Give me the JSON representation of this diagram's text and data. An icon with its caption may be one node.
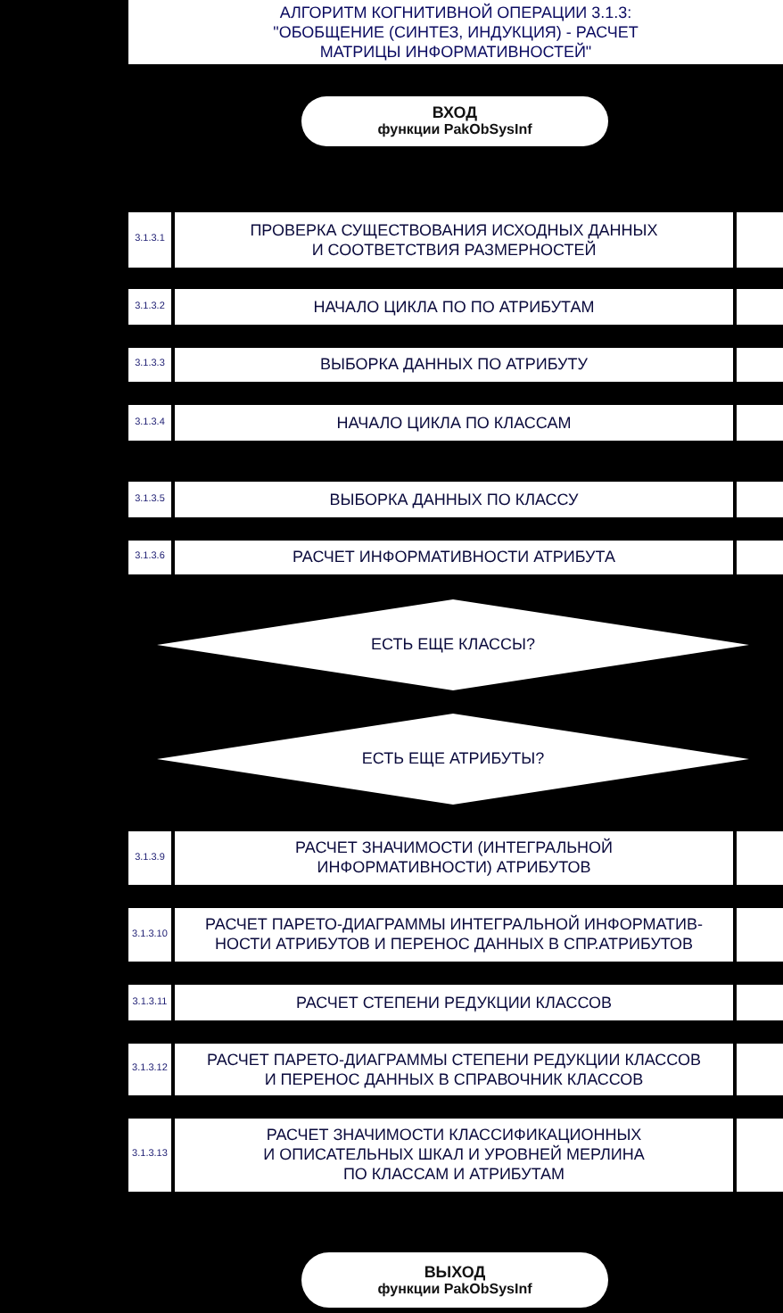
{
  "diagram": {
    "title": "АЛГОРИТМ КОГНИТИВНОЙ ОПЕРАЦИИ 3.1.3: \"ОБОБЩЕНИЕ (СИНТЕЗ, ИНДУКЦИЯ) - РАСЧЕТ МАТРИЦЫ ИНФОРМАТИВНОСТЕЙ\"",
    "nodes": [
      {
        "text": [
          "ВХОД",
          "функции PakObSysInf"
        ]
      },
      {
        "text": [
          "3.1.3.1",
          "ПРОВЕРКА СУЩЕСТВОВАНИЯ ИСХОДНЫХ ДАННЫХ И СООТВЕТСТВИЯ РАЗМЕРНОСТЕЙ"
        ]
      },
      {
        "text": [
          "3.1.3.2",
          "НАЧАЛО ЦИКЛА ПО ПО АТРИБУТАМ"
        ]
      },
      {
        "text": [
          "3.1.3.3",
          "ВЫБОРКА ДАННЫХ ПО АТРИБУТУ"
        ]
      },
      {
        "text": [
          "3.1.3.4",
          "НАЧАЛО ЦИКЛА ПО КЛАССАМ"
        ]
      },
      {
        "text": [
          "3.1.3.5",
          "ВЫБОРКА ДАННЫХ ПО КЛАССУ"
        ]
      },
      {
        "text": [
          "3.1.3.6",
          "РАСЧЕТ ИНФОРМАТИВНОСТИ АТРИБУТА"
        ]
      },
      {
        "text": [
          "ЕСТЬ ЕЩЕ КЛАССЫ?"
        ]
      },
      {
        "text": [
          "ЕСТЬ ЕЩЕ АТРИБУТЫ?"
        ]
      },
      {
        "text": [
          "3.1.3.9",
          "РАСЧЕТ ЗНАЧИМОСТИ (ИНТЕГРАЛЬНОЙ ИНФОРМАТИВНОСТИ) АТРИБУТОВ"
        ]
      },
      {
        "text": [
          "3.1.3.10",
          "РАСЧЕТ ПАРЕТО-ДИАГРАММЫ ИНТЕГРАЛЬНОЙ ИНФОРМАТИВ- НОСТИ АТРИБУТОВ И ПЕРЕНОС ДАННЫХ В СПР.АТРИБУТОВ"
        ]
      },
      {
        "text": [
          "3.1.3.11",
          "РАСЧЕТ СТЕПЕНИ РЕДУКЦИИ КЛАССОВ"
        ]
      },
      {
        "text": [
          "3.1.3.12",
          "РАСЧЕТ ПАРЕТО-ДИАГРАММЫ СТЕПЕНИ РЕДУКЦИИ КЛАССОВ И ПЕРЕНОС ДАННЫХ В СПРАВОЧНИК КЛАССОВ"
        ]
      },
      {
        "text": [
          "3.1.3.13",
          "РАСЧЕТ ЗНАЧИМОСТИ КЛАССИФИКАЦИОННЫХ И ОПИСАТЕЛЬНЫХ ШКАЛ И УРОВНЕЙ МЕРЛИНА ПО КЛАССАМ И АТРИБУТАМ"
        ]
      },
      {
        "text": [
          "ВЫХОД",
          "функции PakObSysInf"
        ]
      }
    ]
  }
}
